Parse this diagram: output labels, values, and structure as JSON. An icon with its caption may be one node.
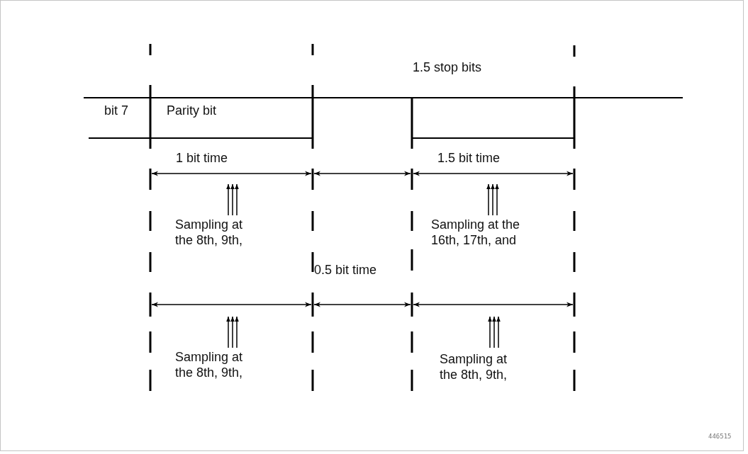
{
  "diagram": {
    "labels": [
      "1.5 stop bits",
      "bit 7",
      "Parity bit",
      "1 bit time",
      "1.5 bit time",
      "Sampling at the 8th, 9th,",
      "Sampling at the 16th, 17th, and",
      "0.5 bit time",
      "Sampling at the 8th, 9th,",
      "Sampling at the 8th, 9th,",
      "446515"
    ]
  }
}
